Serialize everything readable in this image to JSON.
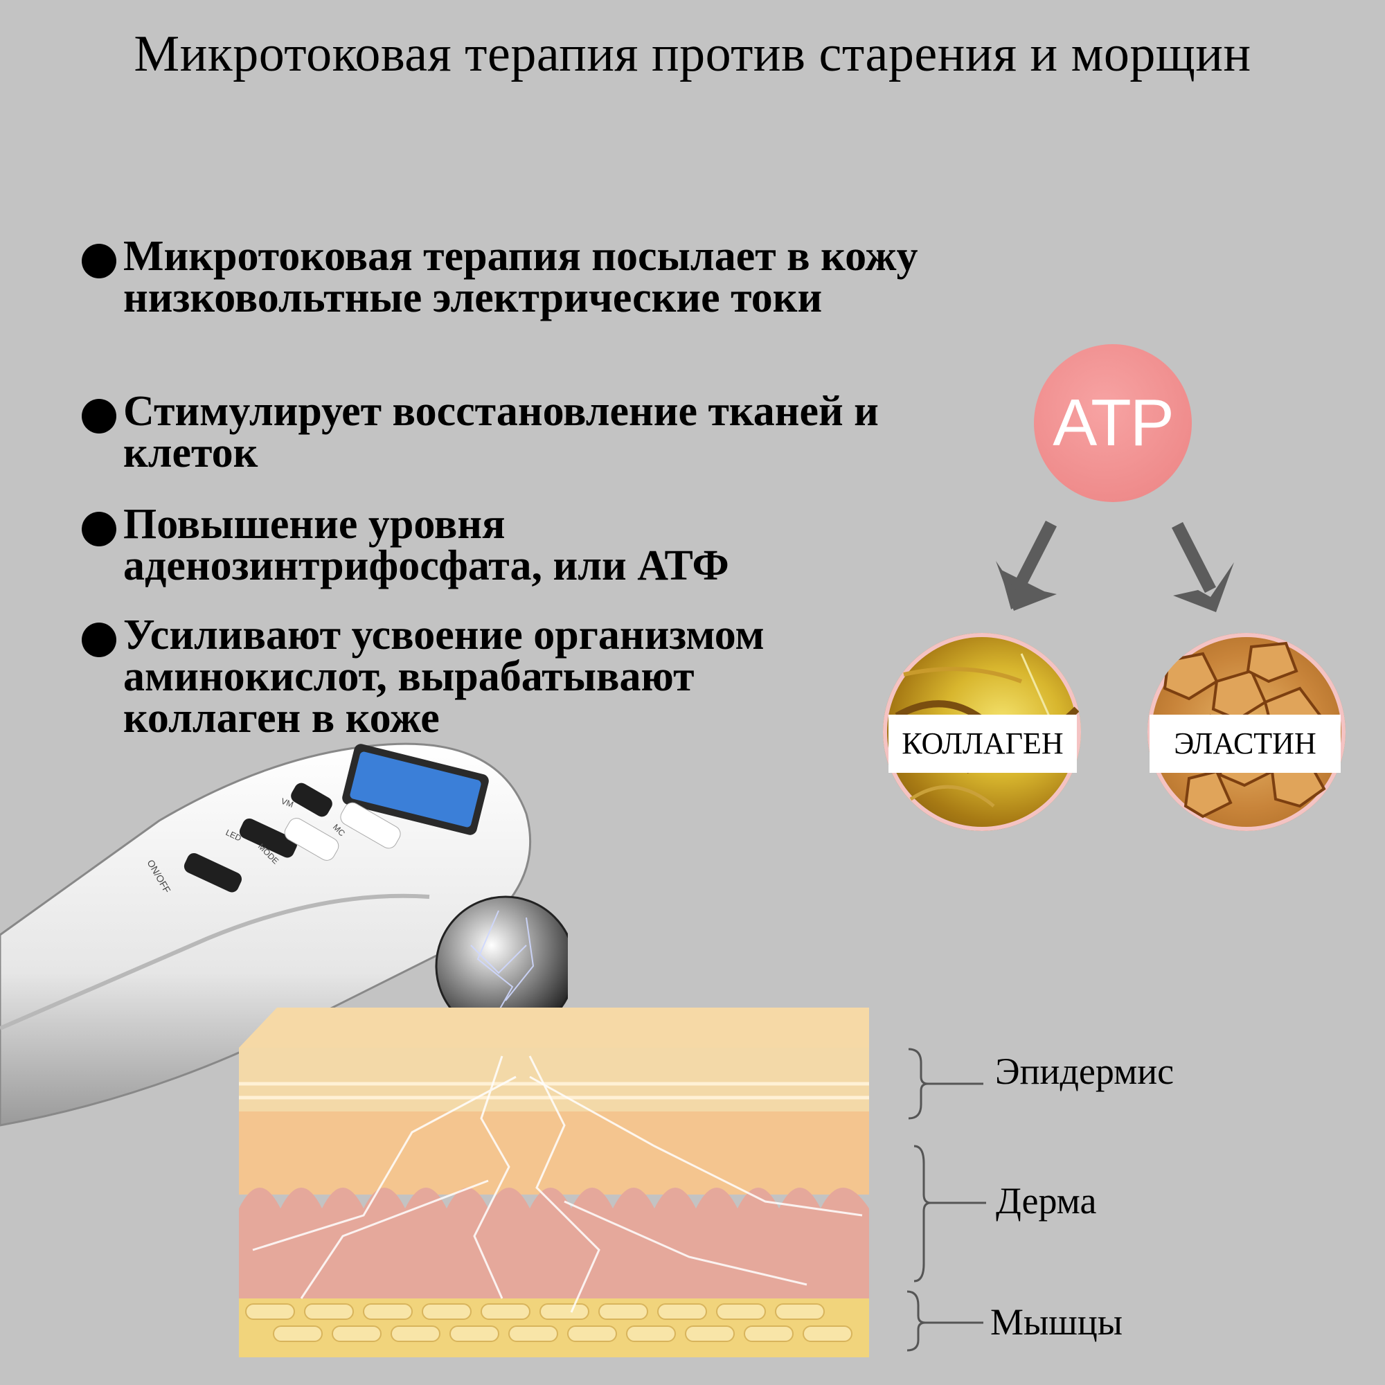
{
  "title": "Микротоковая терапия против старения и морщин",
  "bullets": [
    "Микротоковая терапия посылает в кожу\nнизковольтные электрические токи",
    "Стимулирует восстановление тканей и\nклеток",
    "Повышение уровня\nаденозинтрифосфата, или АТФ",
    "Усиливают усвоение организмом\nаминокислот, вырабатывают\nколлаген в коже"
  ],
  "atp_label": "ATP",
  "collagen_label": "КОЛЛАГЕН",
  "elastin_label": "ЭЛАСТИН",
  "device": {
    "button_vm": "VM",
    "button_led": "LED",
    "button_mode": "MODE",
    "button_mc": "MC",
    "button_onoff": "ON/OFF"
  },
  "layers": {
    "epidermis": "Эпидермис",
    "dermis": "Дерма",
    "muscle": "Мышцы"
  },
  "colors": {
    "background": "#c3c3c3",
    "atp_circle": "#ef8c8c",
    "arrow": "#5c5c5c"
  }
}
